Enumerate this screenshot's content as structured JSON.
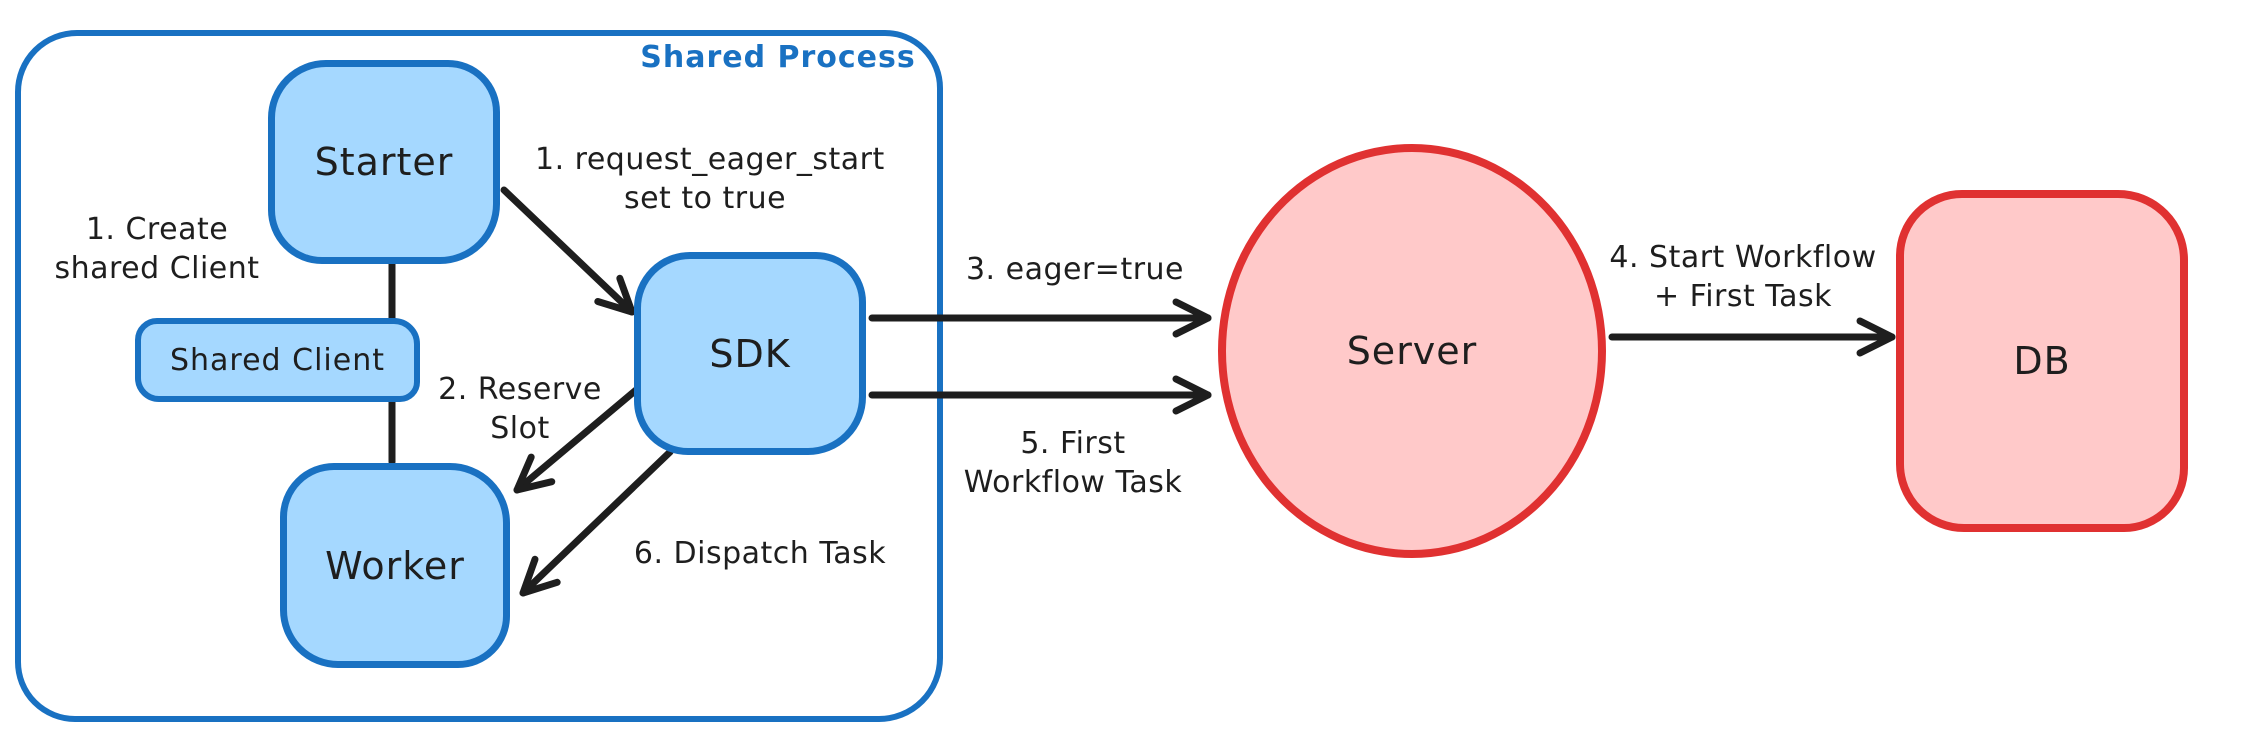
{
  "colors": {
    "blue_stroke": "#1971c2",
    "blue_fill": "#a5d8ff",
    "red_stroke": "#e03131",
    "red_fill": "#ffc9c9",
    "ink": "#1e1e1e"
  },
  "frame": {
    "label": "Shared Process"
  },
  "nodes": {
    "starter": {
      "label": "Starter"
    },
    "shared_client": {
      "label": "Shared Client"
    },
    "worker": {
      "label": "Worker"
    },
    "sdk": {
      "label": "SDK"
    },
    "server": {
      "label": "Server"
    },
    "db": {
      "label": "DB"
    }
  },
  "annotations": {
    "create_shared_client": {
      "line1": "1. Create",
      "line2": "shared Client"
    },
    "request_eager_start": {
      "line1": "1. request_eager_start",
      "line2": "set to true"
    },
    "reserve_slot": {
      "line1": "2. Reserve",
      "line2": "Slot"
    },
    "eager_true": {
      "line1": "3. eager=true"
    },
    "start_workflow": {
      "line1": "4. Start Workflow",
      "line2": "+ First Task"
    },
    "first_workflow_task": {
      "line1": "5. First",
      "line2": "Workflow Task"
    },
    "dispatch_task": {
      "line1": "6. Dispatch Task"
    }
  }
}
